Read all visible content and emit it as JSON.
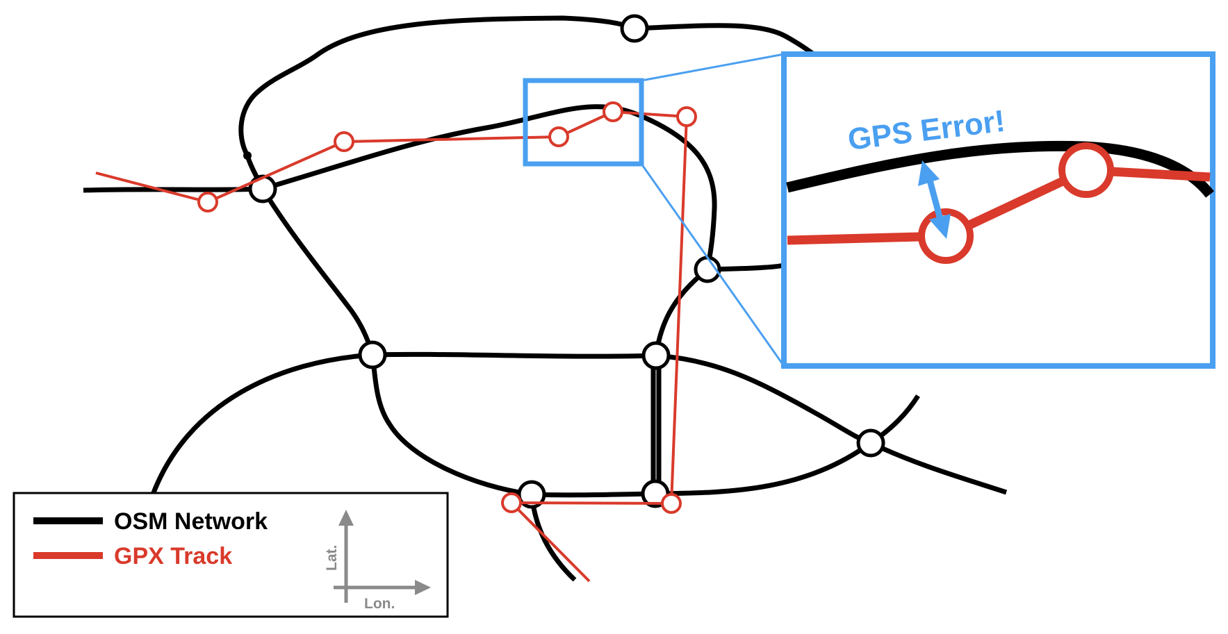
{
  "colors": {
    "osm": "#000000",
    "gpx": "#d93a2b",
    "highlight": "#4a9ff0",
    "axis": "#8a8a8a"
  },
  "callout": {
    "title": "GPS Error!"
  },
  "legend": {
    "osm_label": "OSM Network",
    "gpx_label": "GPX Track"
  },
  "axes": {
    "y_label": "Lat.",
    "x_label": "Lon."
  }
}
